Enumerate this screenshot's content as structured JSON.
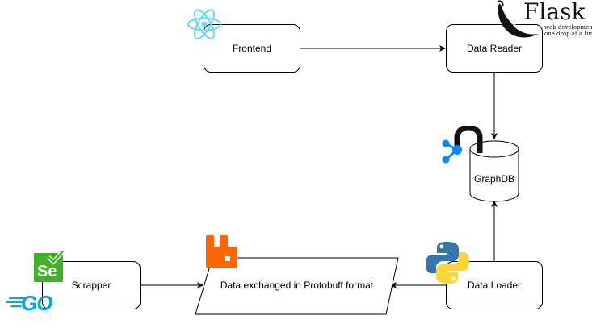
{
  "nodes": {
    "frontend": "Frontend",
    "data_reader": "Data Reader",
    "graphdb": "GraphDB",
    "scrapper": "Scrapper",
    "data_exchange": "Data exchanged in Protobuff format",
    "data_loader": "Data Loader"
  },
  "logos": {
    "react": "react-logo",
    "flask": {
      "word": "Flask",
      "tagline_1": "web development,",
      "tagline_2": "one drop at a time"
    },
    "neo4j": "neo4j-logo",
    "selenium": {
      "text": "Se"
    },
    "go": {
      "text": "GO"
    },
    "rabbitmq": "rabbitmq-logo",
    "python": "python-logo"
  },
  "colors": {
    "react": "#61DAFB",
    "neo4j_blue": "#018BFF",
    "selenium_green": "#43B02A",
    "go_blue": "#00ADD8",
    "rabbitmq_orange": "#FF6600",
    "python_blue": "#3776AB",
    "python_yellow": "#FFD43B"
  }
}
